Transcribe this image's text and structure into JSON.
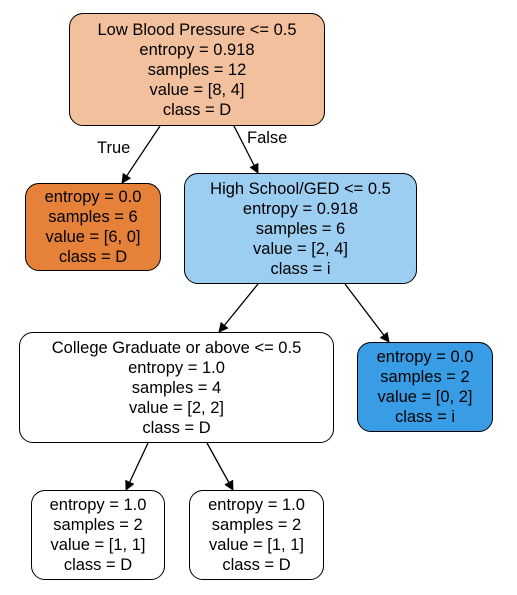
{
  "tree": {
    "nodes": [
      {
        "id": "root",
        "lines": [
          "Low Blood Pressure <= 0.5",
          "entropy = 0.918",
          "samples = 12",
          "value = [8, 4]",
          "class = D"
        ],
        "fill": "#f2c09c"
      },
      {
        "id": "left-leaf",
        "lines": [
          "entropy = 0.0",
          "samples = 6",
          "value = [6, 0]",
          "class = D"
        ],
        "fill": "#e58139"
      },
      {
        "id": "right-split",
        "lines": [
          "High School/GED <= 0.5",
          "entropy = 0.918",
          "samples = 6",
          "value = [2, 4]",
          "class = i"
        ],
        "fill": "#9ccef2"
      },
      {
        "id": "college-split",
        "lines": [
          "College Graduate or above <= 0.5",
          "entropy = 1.0",
          "samples = 4",
          "value = [2, 2]",
          "class = D"
        ],
        "fill": "#ffffff"
      },
      {
        "id": "right-leaf",
        "lines": [
          "entropy = 0.0",
          "samples = 2",
          "value = [0, 2]",
          "class = i"
        ],
        "fill": "#399de5"
      },
      {
        "id": "bottom-left-leaf",
        "lines": [
          "entropy = 1.0",
          "samples = 2",
          "value = [1, 1]",
          "class = D"
        ],
        "fill": "#ffffff"
      },
      {
        "id": "bottom-right-leaf",
        "lines": [
          "entropy = 1.0",
          "samples = 2",
          "value = [1, 1]",
          "class = D"
        ],
        "fill": "#ffffff"
      }
    ],
    "edges": [
      {
        "from": "root",
        "to": "left-leaf",
        "label": "True"
      },
      {
        "from": "root",
        "to": "right-split",
        "label": "False"
      },
      {
        "from": "right-split",
        "to": "college-split",
        "label": ""
      },
      {
        "from": "right-split",
        "to": "right-leaf",
        "label": ""
      },
      {
        "from": "college-split",
        "to": "bottom-left-leaf",
        "label": ""
      },
      {
        "from": "college-split",
        "to": "bottom-right-leaf",
        "label": ""
      }
    ]
  }
}
